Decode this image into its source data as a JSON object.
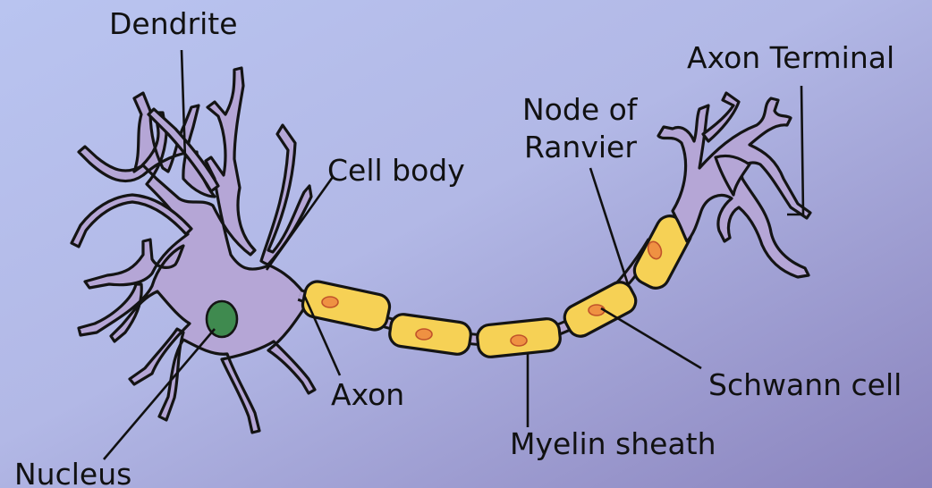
{
  "labels": {
    "dendrite": "Dendrite",
    "cell_body": "Cell body",
    "nucleus": "Nucleus",
    "axon": "Axon",
    "node_of_ranvier_line1": "Node of",
    "node_of_ranvier_line2": "Ranvier",
    "axon_terminal": "Axon Terminal",
    "schwann_cell": "Schwann cell",
    "myelin_sheath": "Myelin sheath"
  },
  "colors": {
    "background_top": "#b9c3ee",
    "background_bottom": "#8c86c0",
    "neuron_fill": "#b5a6d6",
    "outline": "#141414",
    "nucleus_fill": "#3f8a4f",
    "schwann_fill": "#f6d155",
    "schwann_nucleus": "#ef9142"
  }
}
